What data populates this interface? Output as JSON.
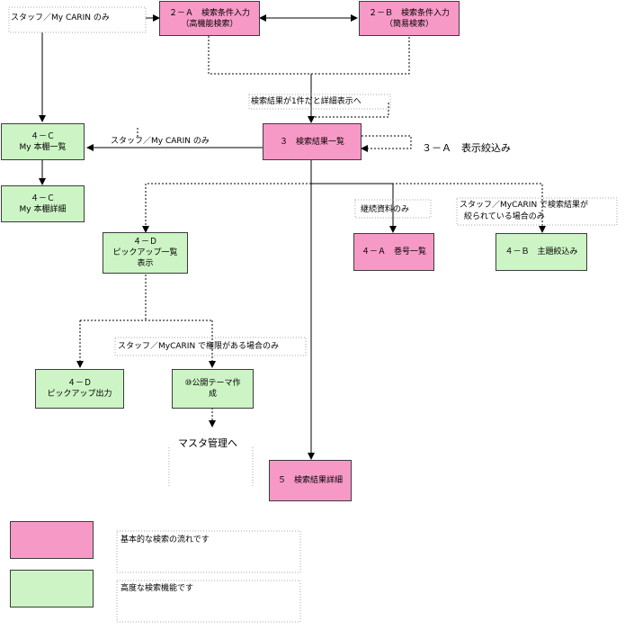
{
  "colors": {
    "pink": "#f799c6",
    "green": "#ccf4c4",
    "line": "#000000"
  },
  "nodes": {
    "search_adv": [
      "２－Ａ　検索条件入力",
      "（高機能検索）"
    ],
    "search_simple": [
      "２－Ｂ　検索条件入力",
      "（簡易検索）"
    ],
    "search_results": [
      "３　検索結果一覧"
    ],
    "my_shelf_list": [
      "４－Ｃ",
      "My 本棚一覧"
    ],
    "my_shelf_detail": [
      "４－Ｃ",
      "My 本棚詳細"
    ],
    "pickup_list": [
      "４－Ｄ",
      "ピックアップ一覧",
      "表示"
    ],
    "volume_list": [
      "４－Ａ　巻号一覧"
    ],
    "subject_filter": [
      "４－Ｂ　主題絞込み"
    ],
    "pickup_output": [
      "４－Ｄ",
      "ピックアップ出力"
    ],
    "public_theme": [
      "⑩公開テーマ作",
      "成"
    ],
    "result_detail": [
      "５　検索結果詳細"
    ]
  },
  "labels": {
    "staff_mycarin_only": "スタッフ／My CARIN のみ",
    "single_result_detail": "検索結果が1件だと詳細表示へ",
    "staff_mycarin_only_2": "スタッフ／My CARIN のみ",
    "narrow_display": "３－Ａ　表示絞込み",
    "serials_only": "継続資料のみ",
    "staff_narrowed_1": "スタッフ／MyCARIN で検索結果が",
    "staff_narrowed_2": "絞られている場合のみ",
    "staff_privilege": "スタッフ／MyCARIN で権限がある場合のみ",
    "to_master": "マスタ管理へ"
  },
  "legend": {
    "basic": "基本的な検索の流れです",
    "advanced": "高度な検索機能です"
  }
}
